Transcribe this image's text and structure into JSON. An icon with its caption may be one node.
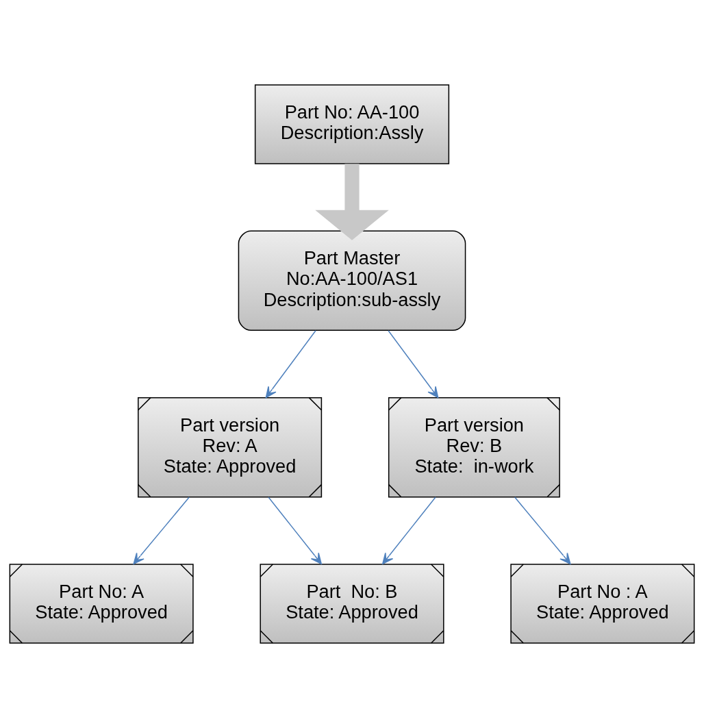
{
  "diagram": {
    "nodes": [
      {
        "text": [
          "Part No: AA-100",
          "Description:Assly"
        ]
      },
      {
        "text": [
          "Part Master",
          "No:AA-100/AS1",
          "Description:sub-assly"
        ]
      },
      {
        "text": [
          "Part version",
          "Rev: A",
          "State: Approved"
        ]
      },
      {
        "text": [
          "Part version",
          "Rev: B",
          "State:  in-work"
        ]
      },
      {
        "text": [
          "Part No: A",
          "State: Approved"
        ]
      },
      {
        "text": [
          "Part  No: B",
          "State: Approved"
        ]
      },
      {
        "text": [
          "Part No : A",
          "State: Approved"
        ]
      }
    ],
    "edges": [
      {
        "from": 0,
        "to": 1,
        "arrow": "to",
        "style": "thick",
        "color": "#c8c8c8"
      },
      {
        "from": 1,
        "to": 2,
        "arrow": "to"
      },
      {
        "from": 1,
        "to": 3,
        "arrow": "to"
      },
      {
        "from": 2,
        "to": 4,
        "arrow": "to"
      },
      {
        "from": 2,
        "to": 5,
        "arrow": "to"
      },
      {
        "from": 3,
        "to": 5,
        "arrow": "to"
      },
      {
        "from": 3,
        "to": 6,
        "arrow": "to"
      }
    ]
  }
}
